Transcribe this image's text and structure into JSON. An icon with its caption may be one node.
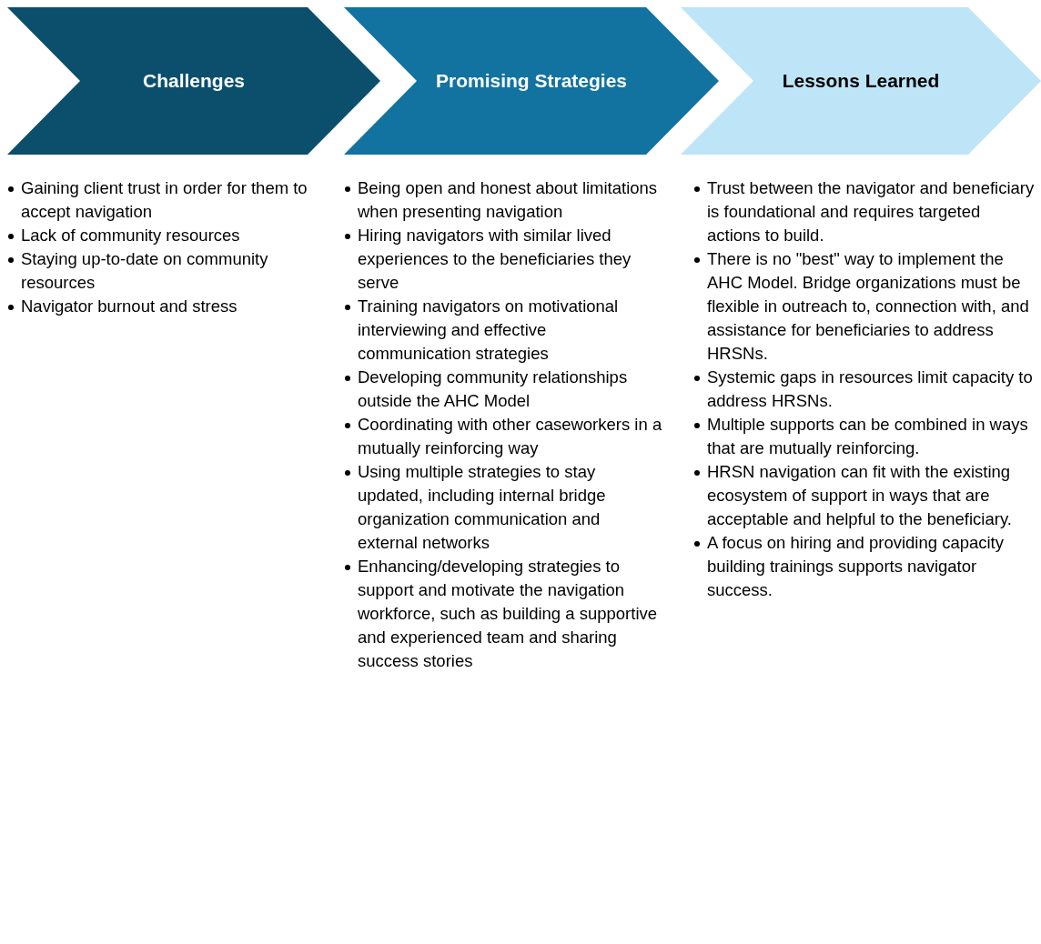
{
  "diagram": {
    "nodes": [
      {
        "text": [
          "Challenges"
        ],
        "beside": [
          "Gaining client trust in order for them to accept navigation",
          "Lack of community resources",
          "Staying up-to-date on community resources",
          "Navigator burnout and stress"
        ]
      },
      {
        "text": [
          "Promising Strategies"
        ],
        "beside": [
          "Being open and honest about limitations when presenting navigation",
          "Hiring navigators with similar lived experiences to the beneficiaries they serve",
          "Training navigators on motivational interviewing and effective communication strategies",
          "Developing community relationships outside the AHC Model",
          "Coordinating with other caseworkers in a mutually reinforcing way",
          "Using multiple strategies to stay updated, including internal bridge organization communication and external networks",
          "Enhancing/developing strategies to support and motivate the navigation workforce, such as building a supportive and experienced team and sharing success stories"
        ]
      },
      {
        "text": [
          "Lessons Learned"
        ],
        "beside": [
          "Trust between the navigator and beneficiary is foundational and requires targeted actions to build.",
          "There is no \"best\" way to implement the AHC Model. Bridge organizations must be flexible in outreach to, connection with, and assistance for beneficiaries to address HRSNs.",
          "Systemic gaps in resources limit capacity to address HRSNs.",
          "Multiple supports can be combined in ways that are mutually reinforcing.",
          "HRSN navigation can fit with the existing ecosystem of support in ways that are acceptable and helpful to the beneficiary.",
          "A focus on hiring and providing capacity building trainings supports navigator success."
        ]
      }
    ]
  }
}
